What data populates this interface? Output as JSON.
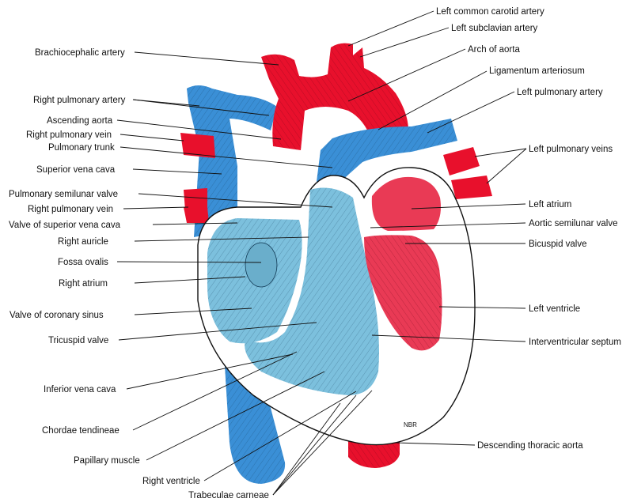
{
  "colors": {
    "vein": "#3a8fd6",
    "chamber_right": "#7cc0dd",
    "artery": "#e8102c",
    "chamber_left": "#e93a55"
  },
  "signature": "NBR",
  "labels": {
    "left_common_carotid": "Left common carotid artery",
    "left_subclavian": "Left subclavian artery",
    "brachiocephalic": "Brachiocephalic artery",
    "arch_of_aorta": "Arch of aorta",
    "ligamentum": "Ligamentum arteriosum",
    "left_pulmonary_artery": "Left pulmonary artery",
    "right_pulmonary_artery": "Right pulmonary artery",
    "ascending_aorta": "Ascending aorta",
    "right_pulmonary_vein_1": "Right pulmonary vein",
    "pulmonary_trunk": "Pulmonary trunk",
    "left_pulmonary_veins": "Left pulmonary veins",
    "superior_vena_cava": "Superior vena cava",
    "pulmonary_semilunar_valve": "Pulmonary semilunar valve",
    "left_atrium": "Left atrium",
    "right_pulmonary_vein_2": "Right pulmonary vein",
    "aortic_semilunar_valve": "Aortic semilunar valve",
    "valve_superior_vena_cava": "Valve of superior vena cava",
    "bicuspid_valve": "Bicuspid valve",
    "right_auricle": "Right auricle",
    "fossa_ovalis": "Fossa ovalis",
    "right_atrium": "Right atrium",
    "left_ventricle": "Left ventricle",
    "valve_coronary_sinus": "Valve of coronary sinus",
    "tricuspid_valve": "Tricuspid valve",
    "interventricular_septum": "Interventricular septum",
    "inferior_vena_cava": "Inferior vena cava",
    "chordae_tendineae": "Chordae tendineae",
    "descending_thoracic_aorta": "Descending thoracic aorta",
    "papillary_muscle": "Papillary muscle",
    "right_ventricle": "Right ventricle",
    "trabeculae_carneae": "Trabeculae carneae"
  }
}
